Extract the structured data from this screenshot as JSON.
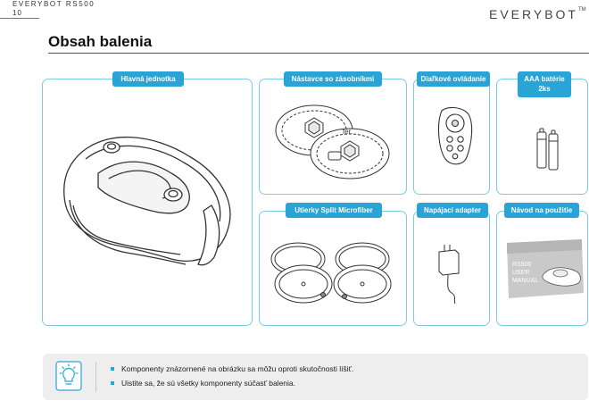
{
  "header": {
    "model": "EVERYBOT RS500",
    "page_number": "10",
    "brand": "EVERYBOT",
    "trademark": "TM"
  },
  "page_title": "Obsah balenia",
  "items": [
    {
      "label": "Hlavná jednotka"
    },
    {
      "label": "Nástavce so zásobníkmi"
    },
    {
      "label": "Diaľkové ovládanie"
    },
    {
      "label": "AAA batérie 2ks"
    },
    {
      "label": "Utierky Split Microfiber"
    },
    {
      "label": "Napájací adapter"
    },
    {
      "label": "Návod na použitie"
    }
  ],
  "illustration_text": {
    "fer": "fer.",
    "manual_cover": [
      "RS500",
      "USER",
      "MANUAL"
    ]
  },
  "notes": [
    "Komponenty znázornené na obrázku sa môžu oproti skutočnosti líšiť.",
    "Uistite sa, že sú všetky komponenty súčasť balenia."
  ],
  "colors": {
    "accent": "#2aa3d6",
    "card_border": "#7ccbe4",
    "note_background": "#eeeeee"
  },
  "icons": {
    "tip": "lightbulb-icon"
  }
}
